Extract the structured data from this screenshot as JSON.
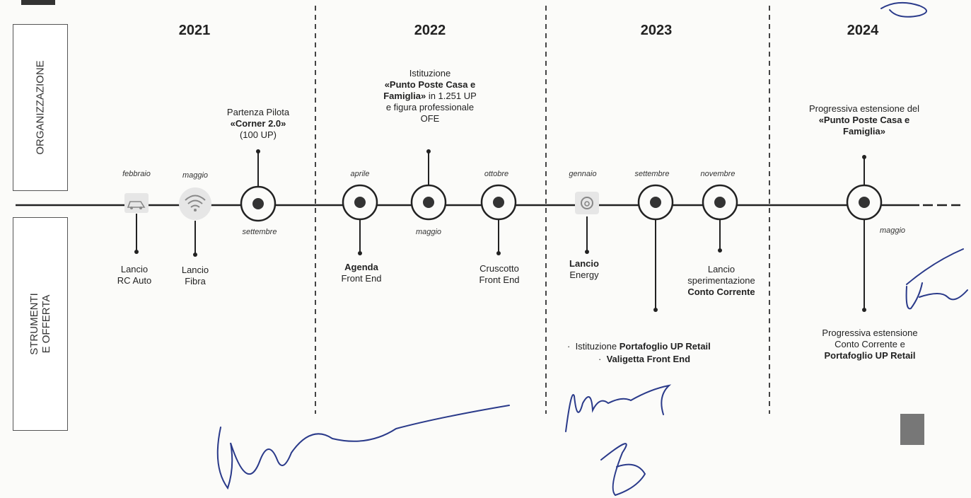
{
  "sections": {
    "top": "ORGANIZZAZIONE",
    "bottom": "STRUMENTI\nE OFFERTA"
  },
  "years": [
    "2021",
    "2022",
    "2023",
    "2024"
  ],
  "months": {
    "febbraio": "febbraio",
    "maggio_2021": "maggio",
    "settembre_2021": "settembre",
    "aprile": "aprile",
    "maggio_2022": "maggio",
    "ottobre": "ottobre",
    "gennaio": "gennaio",
    "settembre_2023": "settembre",
    "novembre": "novembre",
    "maggio_2024": "maggio"
  },
  "events_top": {
    "corner": {
      "l1": "Partenza Pilota",
      "l2": "«Corner 2.0»",
      "l3": "(100 UP)"
    },
    "istituzione": {
      "l1": "Istituzione",
      "l2": "«Punto Poste Casa e",
      "l3a": "Famiglia»",
      "l3b": " in 1.251 UP",
      "l4": "e figura professionale",
      "l5": "OFE"
    },
    "progressiva": {
      "l1": "Progressiva estensione del",
      "l2": "«Punto Poste Casa e",
      "l3": "Famiglia»"
    }
  },
  "events_bottom": {
    "rcauto": {
      "l1": "Lancio",
      "l2": "RC Auto"
    },
    "fibra": {
      "l1": "Lancio",
      "l2": "Fibra"
    },
    "agenda": {
      "l1": "Agenda",
      "l2": "Front End"
    },
    "cruscotto": {
      "l1": "Cruscotto",
      "l2": "Front End"
    },
    "energy": {
      "l1": "Lancio",
      "l2": "Energy"
    },
    "conto": {
      "l1": "Lancio",
      "l2": "sperimentazione",
      "l3": "Conto Corrente"
    },
    "portafoglio": {
      "b1a": "Istituzione ",
      "b1b": "Portafoglio UP Retail",
      "b2": "Valigetta Front End"
    },
    "estensione": {
      "l1": "Progressiva estensione",
      "l2": "Conto Corrente e",
      "l3": "Portafoglio UP Retail"
    }
  },
  "icons": [
    "car-icon",
    "wifi-icon",
    "energy-icon"
  ],
  "colors": {
    "ink": "#222222",
    "signature": "#2a3a8a",
    "divider": "#444444"
  }
}
